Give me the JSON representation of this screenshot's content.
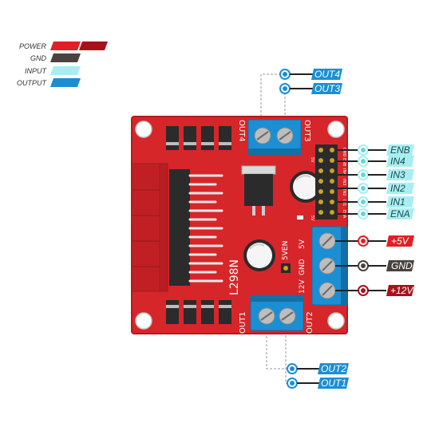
{
  "colors": {
    "power": "#e21f26",
    "power_dark": "#a8111a",
    "gnd": "#4a423f",
    "input": "#a8eef1",
    "output": "#1a8fd4",
    "board": "#d6262a"
  },
  "legend": {
    "power": "POWER",
    "gnd": "GND",
    "input": "INPUT",
    "output": "OUTPUT"
  },
  "board": {
    "chip": "L298N",
    "out1": "OUT1",
    "out2": "OUT2",
    "out3": "OUT3",
    "out4": "OUT4",
    "v5en": "5VEN",
    "v5": "5V",
    "gnd": "GND",
    "v12": "12V",
    "hdr_5v_a": "5V",
    "hdr_5v_b": "5V",
    "hdr_pins": [
      "GND",
      "ENB",
      "IN4",
      "IN3",
      "IN2",
      "IN1",
      "ENA"
    ]
  },
  "connectors": {
    "out4": "OUT4",
    "out3": "OUT3",
    "out2": "OUT2",
    "out1": "OUT1",
    "enb": "ENB",
    "in4": "IN4",
    "in3": "IN3",
    "in2": "IN2",
    "in1": "IN1",
    "ena": "ENA",
    "p5v": "+5V",
    "gnd": "GND",
    "p12v": "+12V"
  }
}
